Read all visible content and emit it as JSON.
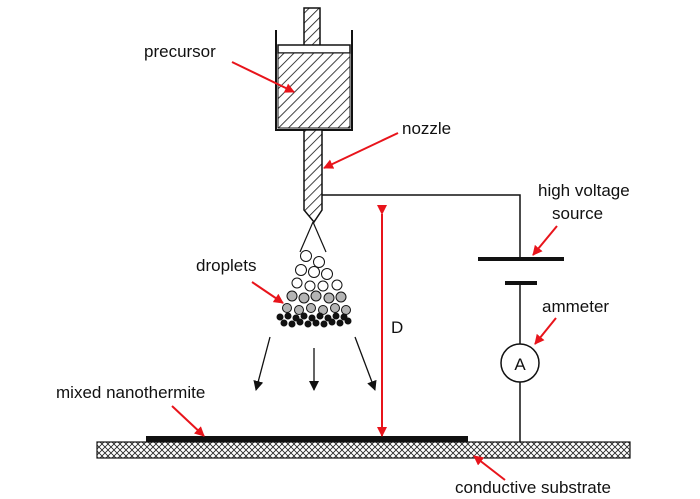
{
  "labels": {
    "precursor": "precursor",
    "nozzle": "nozzle",
    "high_voltage_line1": "high voltage",
    "high_voltage_line2": "source",
    "droplets": "droplets",
    "ammeter": "ammeter",
    "ammeter_symbol": "A",
    "distance": "D",
    "mixed_nanothermite": "mixed nanothermite",
    "conductive_substrate": "conductive substrate"
  },
  "colors": {
    "line": "#111111",
    "arrow_red": "#e8141b",
    "white_droplet": "#ffffff",
    "gray_droplet": "#b4b4b4",
    "black_droplet": "#111111"
  }
}
